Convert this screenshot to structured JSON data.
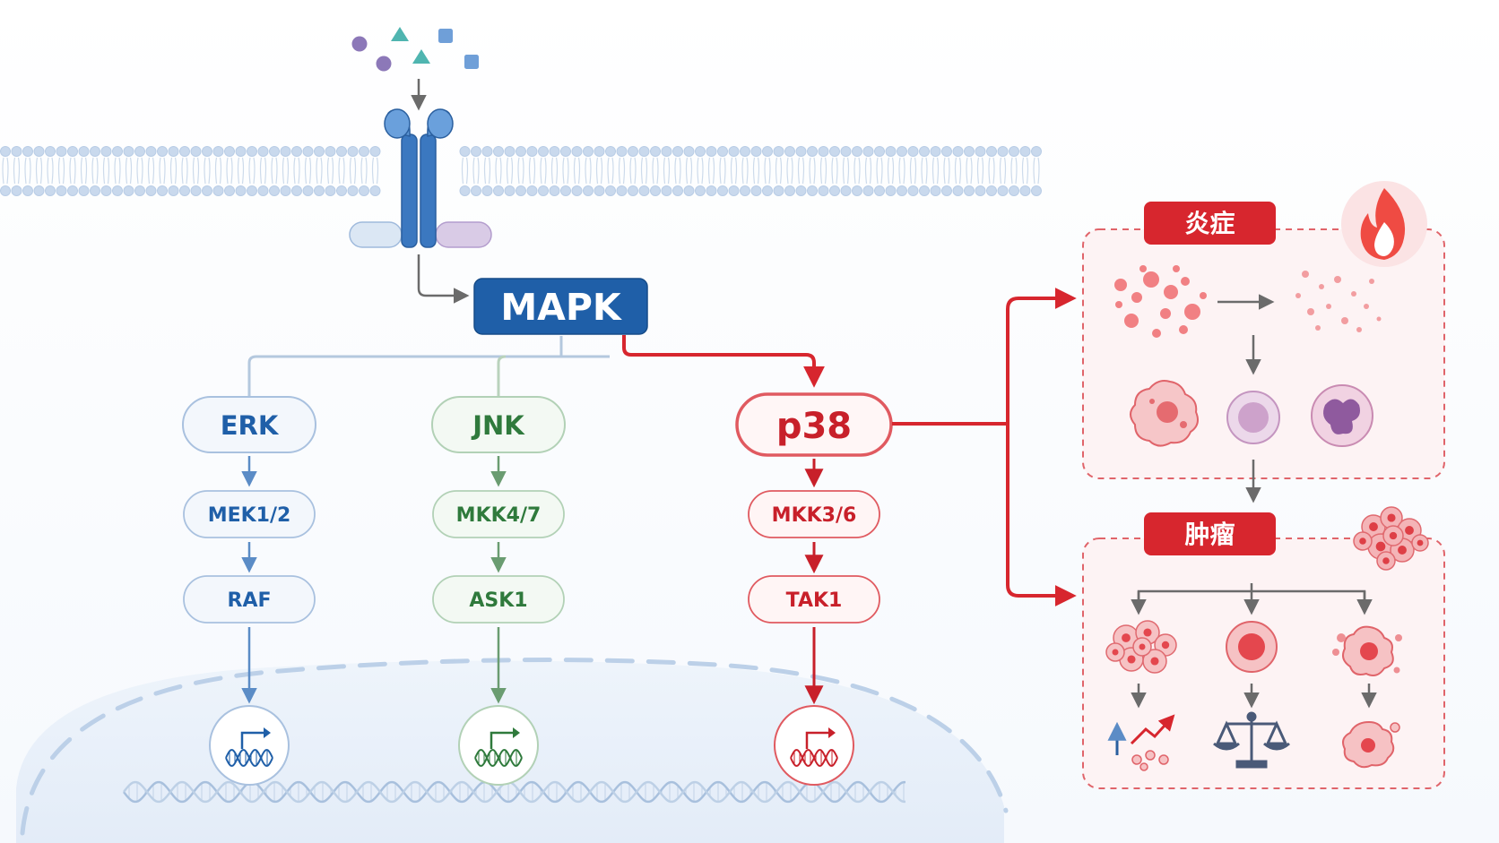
{
  "diagram": {
    "mapk": {
      "label": "MAPK"
    },
    "pathways": [
      {
        "id": "erk",
        "label": "ERK",
        "step1": "MEK1/2",
        "step2": "RAF",
        "color": "#1f5fa8",
        "stroke": "#a9c1df",
        "fill": "#f3f7fc",
        "arrow": "#5b8cc6"
      },
      {
        "id": "jnk",
        "label": "JNK",
        "step1": "MKK4/7",
        "step2": "ASK1",
        "color": "#2f7a3c",
        "stroke": "#b2d1b6",
        "fill": "#f3f9f3",
        "arrow": "#6a9c71"
      },
      {
        "id": "p38",
        "label": "p38",
        "step1": "MKK3/6",
        "step2": "TAK1",
        "color": "#c8202a",
        "stroke": "#e05a60",
        "fill": "#fff5f5",
        "arrow": "#c8202a"
      }
    ],
    "outcomes": {
      "inflammation": {
        "label": "炎症"
      },
      "tumor": {
        "label": "肿瘤"
      }
    },
    "icons": {
      "ligands": "ligand-molecules-icon",
      "receptor": "receptor-icon",
      "membrane": "cell-membrane",
      "nucleus": "nucleus",
      "dna": "dna-helix-icon",
      "gene": "gene-transcription-icon",
      "fire": "fire-icon",
      "scale": "balance-scale-icon",
      "trend": "growth-trend-icon"
    },
    "colors": {
      "mapk_fill": "#1f5fa8",
      "accent_red": "#d7262e",
      "membrane": "#b9cde6",
      "nucleus_fill": "#eaf1fa",
      "panel_fill": "#fdf2f3"
    }
  }
}
